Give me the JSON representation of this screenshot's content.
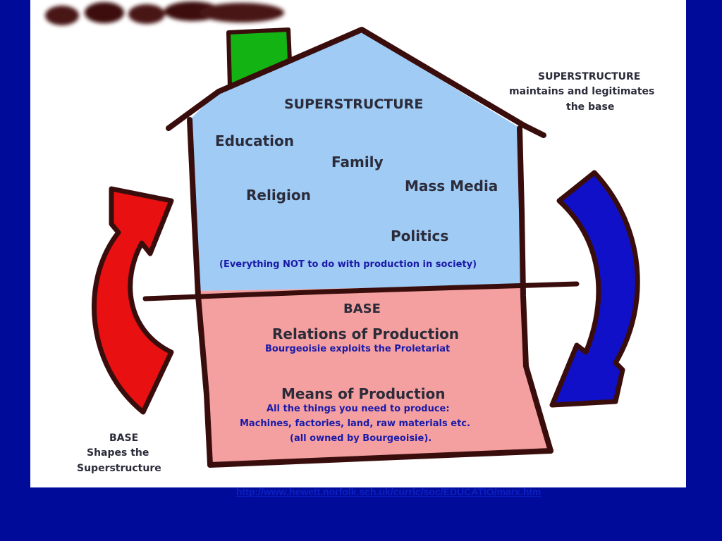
{
  "colors": {
    "background": "#000c99",
    "superstructure_fill": "#9fcbf5",
    "base_fill": "#f4a0a0",
    "chimney_fill": "#13b313",
    "outline": "#3a0d0d",
    "left_arrow": "#e81010",
    "right_arrow": "#1010c8",
    "accent_text": "#1a1aa8"
  },
  "superstructure": {
    "heading": "SUPERSTRUCTURE",
    "items": [
      "Education",
      "Family",
      "Mass Media",
      "Religion",
      "Politics"
    ],
    "note": "(Everything NOT to do with production in society)"
  },
  "base": {
    "heading": "BASE",
    "relations": {
      "title": "Relations of Production",
      "desc": "Bourgeoisie exploits the Proletariat"
    },
    "means": {
      "title": "Means of Production",
      "lines": [
        "All the things you need to produce:",
        "Machines, factories, land, raw materials etc.",
        "(all owned by Bourgeoisie)."
      ]
    }
  },
  "right_caption": {
    "lines": [
      "SUPERSTRUCTURE",
      "maintains and legitimates",
      "the base"
    ]
  },
  "left_caption": {
    "lines": [
      "BASE",
      "Shapes the",
      "Superstructure"
    ]
  },
  "source_url": "http://www.hewett.norfolk.sch.uk/curric/soc/EDUCATIO/marx.htm",
  "icons": {
    "left_arrow": "curved-arrow-up-icon",
    "right_arrow": "curved-arrow-down-icon",
    "chimney": "chimney-icon",
    "smoke": "smoke-icon"
  }
}
